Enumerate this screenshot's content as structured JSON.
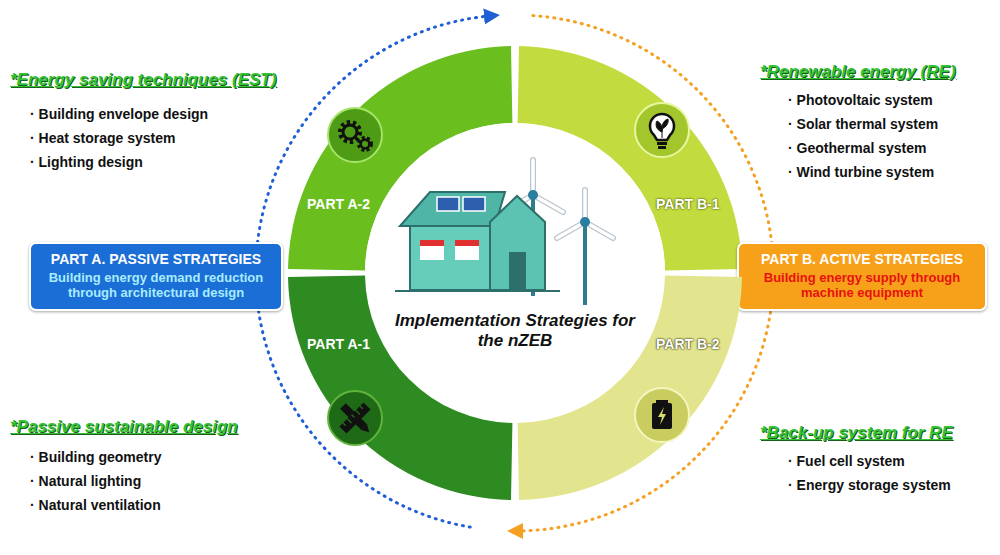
{
  "diagram": {
    "nodes": [
      {
        "text": [
          "PART A-2"
        ]
      },
      {
        "text": [
          "PART B-1"
        ]
      },
      {
        "text": [
          "PART A. PASSIVE STRATEGIES",
          "Building energy demand reduction through architectural design"
        ]
      },
      {
        "text": [
          "Implementation Strategies for the nZEB"
        ]
      },
      {
        "text": [
          "PART B. ACTIVE STRATEGIES",
          "Building energy supply through machine equipment"
        ]
      },
      {
        "text": [
          "PART A-1"
        ]
      },
      {
        "text": [
          "PART B-2"
        ]
      }
    ],
    "labels": [
      "*Energy saving techniques (EST)",
      "· Building envelope design",
      "· Heat storage system",
      "· Lighting design",
      "*Renewable energy (RE)",
      "· Photovoltaic system",
      "· Solar thermal system",
      "· Geothermal system",
      "· Wind turbine system",
      "*Passive sustainable design",
      "· Building geometry",
      "· Natural lighting",
      "· Natural ventilation",
      "*Back-up system for RE",
      "· Fuel cell system",
      "· Energy storage system"
    ]
  }
}
